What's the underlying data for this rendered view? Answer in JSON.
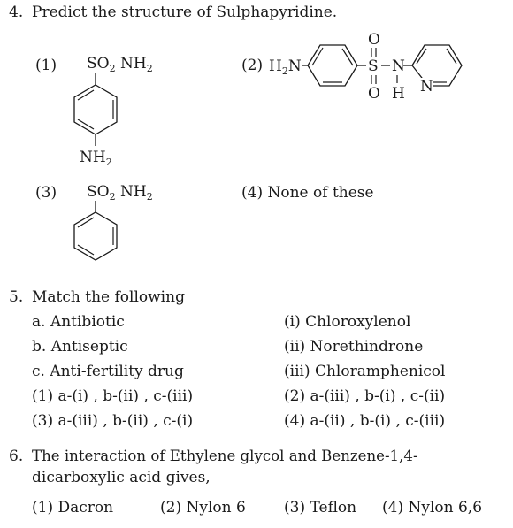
{
  "q4": {
    "number": "4.",
    "text": "Predict the structure of Sulphapyridine.",
    "opt1": {
      "label": "(1)",
      "top_group": "SO",
      "top_sub1": "2",
      "top_group2": " NH",
      "top_sub2": "2",
      "bottom_group": "NH",
      "bottom_sub": "2"
    },
    "opt2": {
      "label": "(2)",
      "left_group": "H",
      "left_sub": "2",
      "left_group2": "N",
      "s": "S",
      "o_top": "O",
      "o_bottom": "O",
      "n": "N",
      "h": "H",
      "ring_n": "N"
    },
    "opt3": {
      "label": "(3)",
      "top_group": "SO",
      "top_sub1": "2",
      "top_group2": " NH",
      "top_sub2": "2"
    },
    "opt4": {
      "text": "(4) None of these"
    }
  },
  "q5": {
    "number": "5.",
    "text": "Match the following",
    "left": [
      "a. Antibiotic",
      "b. Antiseptic",
      "c. Anti-fertility drug"
    ],
    "right": [
      "(i) Chloroxylenol",
      "(ii) Norethindrone",
      "(iii) Chloramphenicol"
    ],
    "options": [
      "(1) a-(i) , b-(ii) , c-(iii)",
      "(2) a-(iii) , b-(i) , c-(ii)",
      "(3) a-(iii) , b-(ii) , c-(i)",
      "(4) a-(ii) , b-(i) , c-(iii)"
    ]
  },
  "q6": {
    "number": "6.",
    "line1": "The interaction of Ethylene glycol and Benzene-1,4-",
    "line2": "dicarboxylic acid gives,",
    "options": [
      "(1) Dacron",
      "(2) Nylon 6",
      "(3) Teflon",
      "(4) Nylon 6,6"
    ]
  }
}
